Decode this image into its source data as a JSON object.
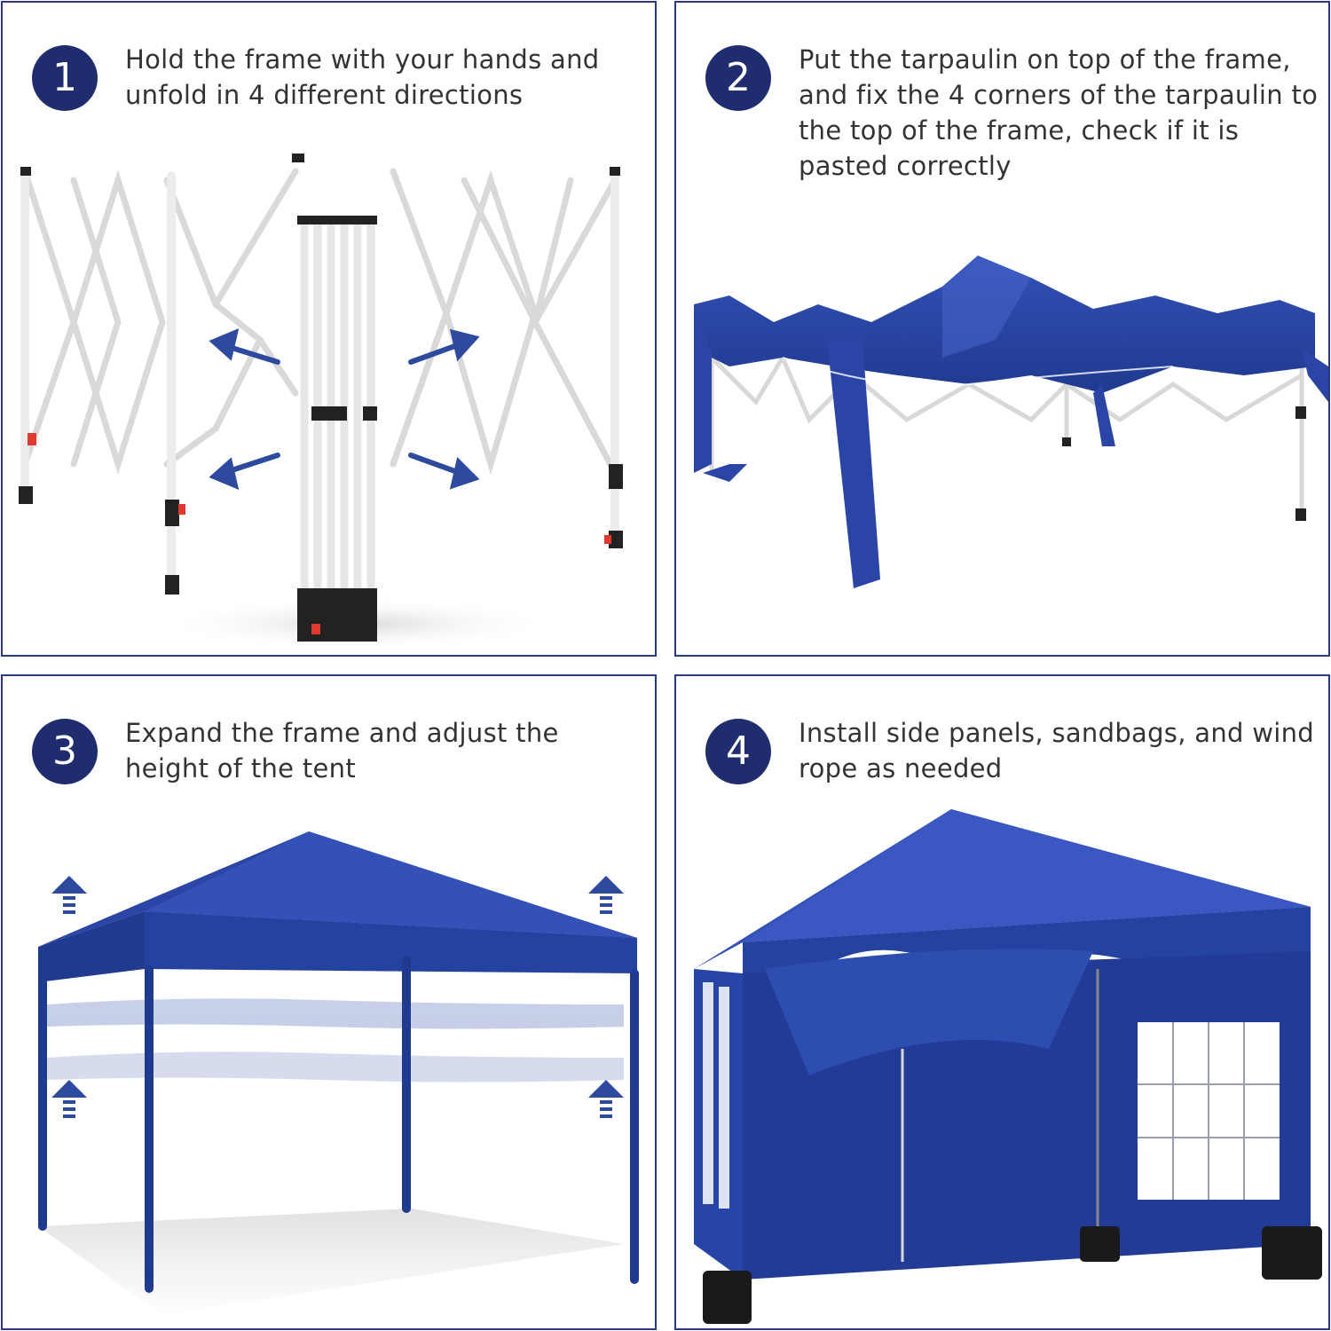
{
  "colors": {
    "border": "#2a3a7a",
    "badge": "#1f2d6e",
    "text": "#333333",
    "canopy": "#2b45a6",
    "canopy_dark": "#1f3a8f",
    "arrow": "#2e4a9e"
  },
  "steps": [
    {
      "number": "1",
      "text": "Hold the frame with your hands and unfold in 4 different directions"
    },
    {
      "number": "2",
      "text": "Put the tarpaulin on top of the frame, and fix the 4 corners of the tarpaulin to the top of the frame, check if it is pasted correctly"
    },
    {
      "number": "3",
      "text": "Expand the frame and adjust the height of the tent"
    },
    {
      "number": "4",
      "text": "Install side panels, sandbags, and wind rope as needed"
    }
  ]
}
